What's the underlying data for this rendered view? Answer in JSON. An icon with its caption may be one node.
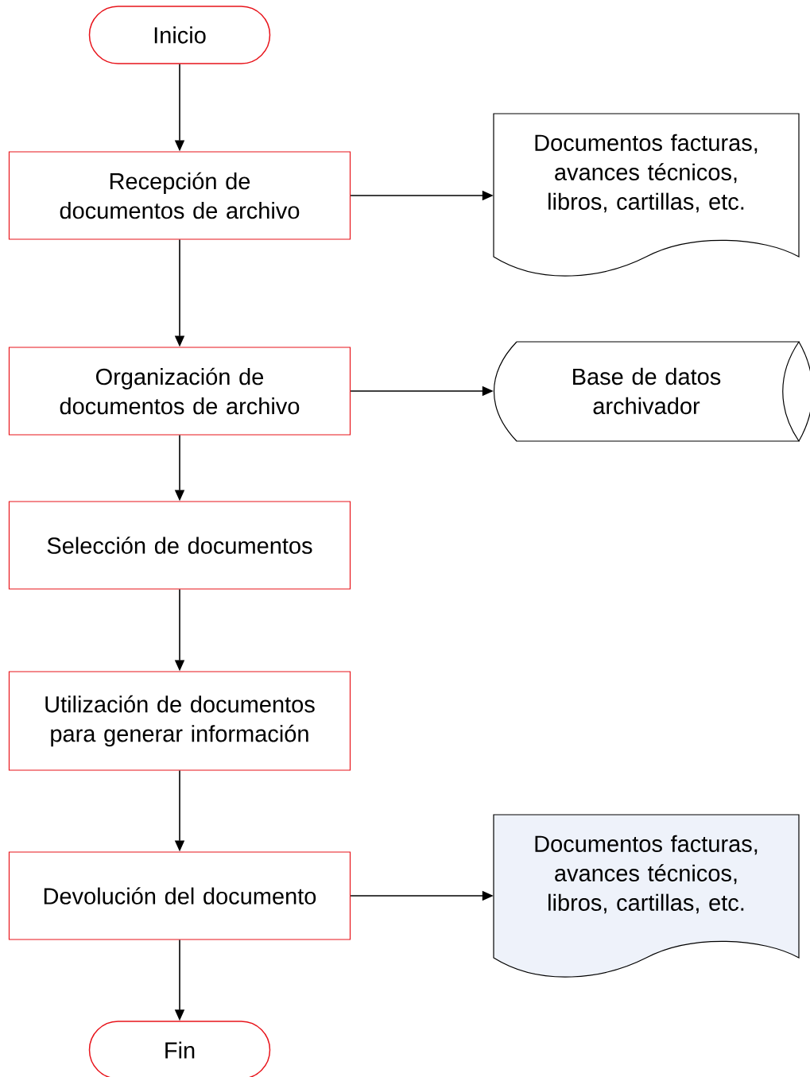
{
  "diagram": {
    "nodes": [
      {
        "text": [
          "Inicio"
        ]
      },
      {
        "text": [
          "Recepción de documentos de archivo"
        ]
      },
      {
        "text": [
          "Documentos facturas, avances técnicos, libros, cartillas, etc."
        ]
      },
      {
        "text": [
          "Organización de documentos de archivo"
        ]
      },
      {
        "text": [
          "Base de datos archivador"
        ]
      },
      {
        "text": [
          "Selección de documentos"
        ]
      },
      {
        "text": [
          "Utilización de documentos para generar información"
        ]
      },
      {
        "text": [
          "Devolución del documento"
        ]
      },
      {
        "text": [
          "Documentos facturas, avances técnicos, libros, cartillas, etc."
        ]
      },
      {
        "text": [
          "Fin"
        ]
      }
    ],
    "edges": [
      {
        "from": 0,
        "to": 1,
        "arrow": "to"
      },
      {
        "from": 1,
        "to": 2,
        "arrow": "to"
      },
      {
        "from": 1,
        "to": 3,
        "arrow": "to"
      },
      {
        "from": 3,
        "to": 4,
        "arrow": "to"
      },
      {
        "from": 3,
        "to": 5,
        "arrow": "to"
      },
      {
        "from": 5,
        "to": 6,
        "arrow": "to"
      },
      {
        "from": 6,
        "to": 7,
        "arrow": "to"
      },
      {
        "from": 7,
        "to": 8,
        "arrow": "to"
      },
      {
        "from": 7,
        "to": 9,
        "arrow": "to"
      }
    ]
  }
}
